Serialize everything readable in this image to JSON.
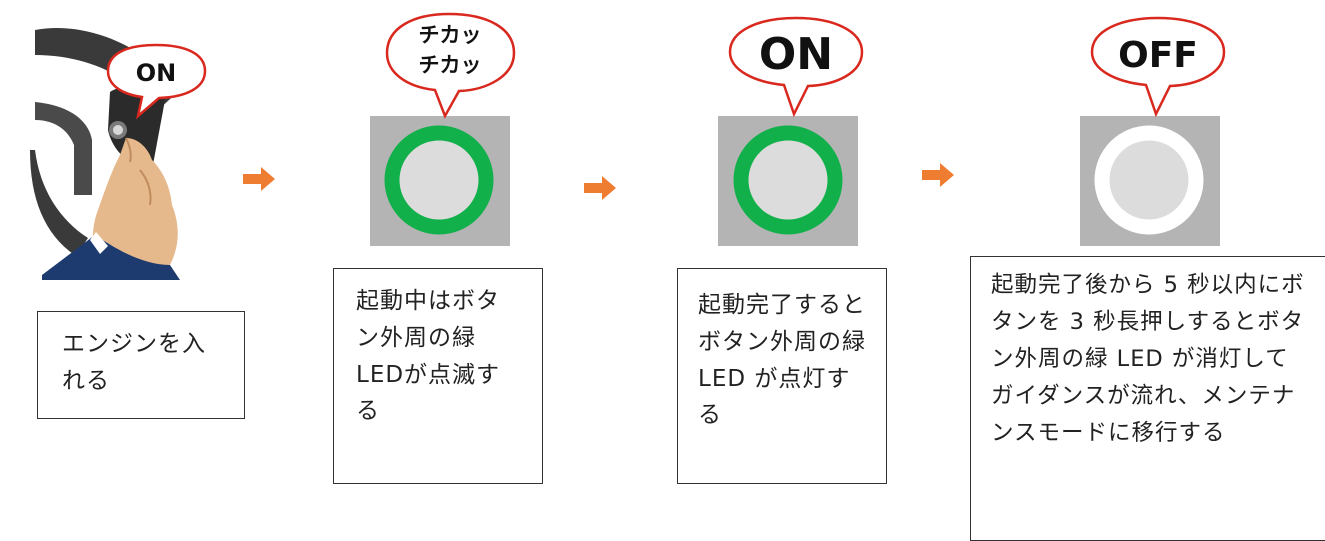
{
  "steps": [
    {
      "bubble": "ON",
      "caption": "エンジンを入れる"
    },
    {
      "bubble_line1": "チカッ",
      "bubble_line2": "チカッ",
      "caption": "起動中はボタン外周の緑LEDが点滅する"
    },
    {
      "bubble": "ON",
      "caption": "起動完了するとボタン外周の緑 LED が点灯する"
    },
    {
      "bubble": "OFF",
      "caption": "起動完了後から 5 秒以内にボタンを 3 秒長押しするとボタン外周の緑 LED が消灯してガイダンスが流れ、メンテナンスモードに移行する"
    }
  ],
  "colors": {
    "arrow": "#ee7d31",
    "led_green": "#12b04a",
    "bubble_border": "#d9281e",
    "panel": "#b4b4b4"
  }
}
